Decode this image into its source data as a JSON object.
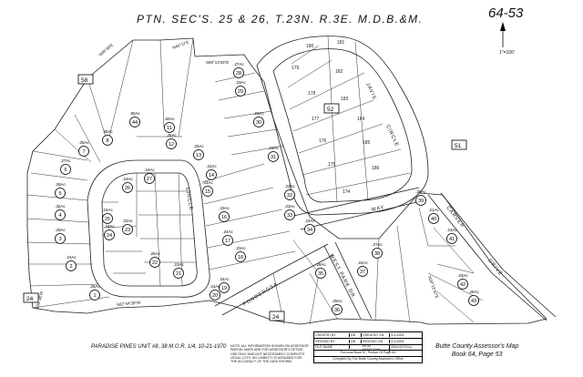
{
  "header": {
    "title": "PTN. SEC'S. 25 & 26, T.23N. R.3E. M.D.B.&M.",
    "page_number": "64-53",
    "scale_note": "1\"=100'"
  },
  "page_boxes": [
    "58",
    "52",
    "51",
    "24",
    "24"
  ],
  "streets": [
    "JAVIS",
    "CIRCLE",
    "WAY",
    "CARVER",
    "DRIVE",
    "PONDEROSA",
    "WEST PARK DR.",
    "CIRCLE"
  ],
  "parcels": [
    {
      "num": "44",
      "acres": ".80Ac"
    },
    {
      "num": "11",
      "acres": ".60Ac"
    },
    {
      "num": "12",
      "acres": ".25Ac"
    },
    {
      "num": "28",
      "acres": ".27Ac"
    },
    {
      "num": "29",
      "acres": ".23Ac"
    },
    {
      "num": "30",
      "acres": ".23Ac"
    },
    {
      "num": "31",
      "acres": ".23Ac"
    },
    {
      "num": "32",
      "acres": ".23Ac"
    },
    {
      "num": "33",
      "acres": ".23Ac"
    },
    {
      "num": "34",
      "acres": ".24Ac"
    },
    {
      "num": "13",
      "acres": ".26Ac"
    },
    {
      "num": "14",
      "acres": ".23Ac"
    },
    {
      "num": "15",
      "acres": ".23Ac"
    },
    {
      "num": "16",
      "acres": ".23Ac"
    },
    {
      "num": "17",
      "acres": ".24Ac"
    },
    {
      "num": "18",
      "acres": ".23Ac"
    },
    {
      "num": "19",
      "acres": ".24Ac"
    },
    {
      "num": "20",
      "acres": ".24Ac"
    },
    {
      "num": "21",
      "acres": ".23Ac"
    },
    {
      "num": "22",
      "acres": ".25Ac"
    },
    {
      "num": "23",
      "acres": ".23Ac"
    },
    {
      "num": "24",
      "acres": ".24Ac"
    },
    {
      "num": "25",
      "acres": ".24Ac"
    },
    {
      "num": "26",
      "acres": ".24Ac"
    },
    {
      "num": "27",
      "acres": ".24Ac"
    },
    {
      "num": "8",
      "acres": ".25Ac"
    },
    {
      "num": "7",
      "acres": ".25Ac"
    },
    {
      "num": "6",
      "acres": ".27Ac"
    },
    {
      "num": "5",
      "acres": ".29Ac"
    },
    {
      "num": "4",
      "acres": ".32Ac"
    },
    {
      "num": "3",
      "acres": ".28Ac"
    },
    {
      "num": "2",
      "acres": ".24Ac"
    },
    {
      "num": "1",
      "acres": ".25Ac"
    },
    {
      "num": "35",
      "acres": ".28Ac"
    },
    {
      "num": "36",
      "acres": ".25Ac"
    },
    {
      "num": "37",
      "acres": ".24Ac"
    },
    {
      "num": "38",
      "acres": ".27Ac"
    },
    {
      "num": "39",
      "acres": ".25Ac"
    },
    {
      "num": "40",
      "acres": ".21Ac"
    },
    {
      "num": "41",
      "acres": ".23Ac"
    },
    {
      "num": "42",
      "acres": ".23Ac"
    },
    {
      "num": "43",
      "acres": ".25Ac"
    }
  ],
  "lot_numbers": [
    "180",
    "181",
    "179",
    "182",
    "178",
    "183",
    "177",
    "184",
    "176",
    "185",
    "175",
    "186",
    "174"
  ],
  "bearings": [
    "N49°38'E",
    "N40°17'E",
    "S89°13'25\"E",
    "S62°44'39\"W",
    "N30°13'42\"E",
    "N30°38'W"
  ],
  "footer": {
    "subdivision": "PARADISE PINES UNIT #8,  38 M.O.R. 1/4,  10-21-1970",
    "notes": "NOTE: ALL INFORMATION SHOWN ON ASSESSOR PARCEL MAPS ARE FOR ASSESSOR'S OFFICE USE ONLY AND NOT NECESSARILY COMPLETE. LEGAL LOTS. NO LIABILITY IS ASSUMED FOR THE ACCURACY OF THE DATA SHOWN.",
    "table": {
      "rows": [
        {
          "label": "CREATED BY",
          "code": "DB",
          "field": "CREATED ON",
          "value": "3-4-2004"
        },
        {
          "label": "REVISED BY",
          "code": "DB",
          "field": "REVISED ON",
          "value": "3-4-2004"
        },
        {
          "label": "FILE NAME",
          "code": "",
          "field": "64-53 EFFECTIVE",
          "value": "2004-05 ROLL"
        }
      ],
      "previous": "Previous Book 57, Portion Of Page 69",
      "compiled": "Compiled By The Butte County Assessor's Office"
    },
    "assessor_line1": "Butte County Assessor's Map",
    "assessor_line2": "Book 64, Page 53"
  }
}
